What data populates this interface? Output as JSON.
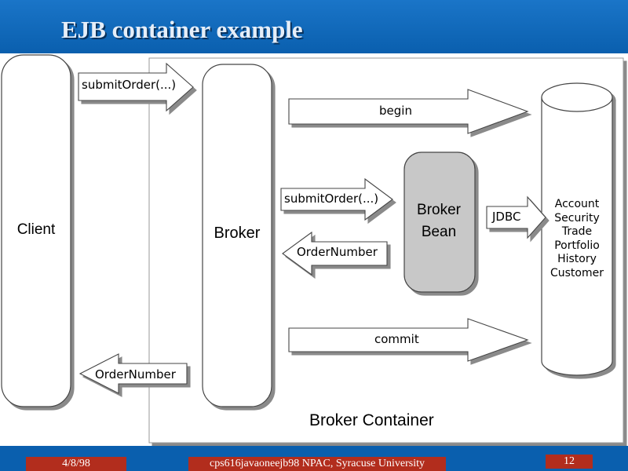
{
  "slide": {
    "title": "EJB container example",
    "footer_date": "4/8/98",
    "footer_center": "cps616javaoneejb98   NPAC, Syracuse University",
    "page_number": "12"
  },
  "diagram": {
    "client_label": "Client",
    "broker_label": "Broker",
    "container_label": "Broker Container",
    "bean_label_line1": "Broker",
    "bean_label_line2": "Bean",
    "arrows": {
      "submit_order_top": "submitOrder(...)",
      "begin": "begin",
      "submit_order_inner": "submitOrder(...)",
      "jdbc": "JDBC",
      "order_number_inner": "OrderNumber",
      "commit": "commit",
      "order_number_client": "OrderNumber"
    },
    "database_items": [
      "Account",
      "Security",
      "Trade",
      "Portfolio",
      "History",
      "Customer"
    ]
  }
}
